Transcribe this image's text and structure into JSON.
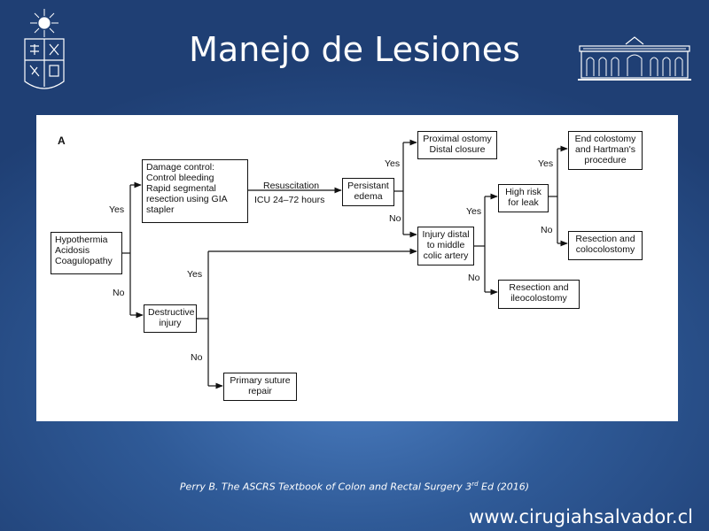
{
  "slide": {
    "title": "Manejo de Lesiones",
    "citation_main": "Perry B. The ASCRS Textbook of Colon and Rectal Surgery 3",
    "citation_sup": "rd",
    "citation_end": " Ed (2016)",
    "website": "www.cirugiahsalvador.cl"
  },
  "diagram": {
    "panel_letter": "A",
    "nodes": {
      "hypothermia": "Hypothermia\nAcidosis\nCoagulopathy",
      "damage_control": "Damage control:\nControl bleeding\nRapid segmental\n   resection using GIA\n   stapler",
      "destructive": "Destructive\ninjury",
      "primary_suture": "Primary suture\nrepair",
      "persistant": "Persistant\nedema",
      "proximal_ostomy": "Proximal ostomy\nDistal closure",
      "injury_distal": "Injury distal\nto middle\ncolic artery",
      "high_risk": "High risk\nfor leak",
      "end_colostomy": "End colostomy\nand Hartman's\nprocedure",
      "resection_colo": "Resection and\ncolocolostomy",
      "resection_ileo": "Resection and\nileocolostomy"
    },
    "labels": {
      "yes_damage": "Yes",
      "no_destructive": "No",
      "yes_destructive": "Yes",
      "no_primary": "No",
      "resuscitation": "Resuscitation",
      "icu": "ICU 24–72 hours",
      "yes_proximal": "Yes",
      "no_injury": "No",
      "yes_highrisk": "Yes",
      "no_ileo": "No",
      "yes_endcol": "Yes",
      "no_rescolo": "No"
    }
  }
}
